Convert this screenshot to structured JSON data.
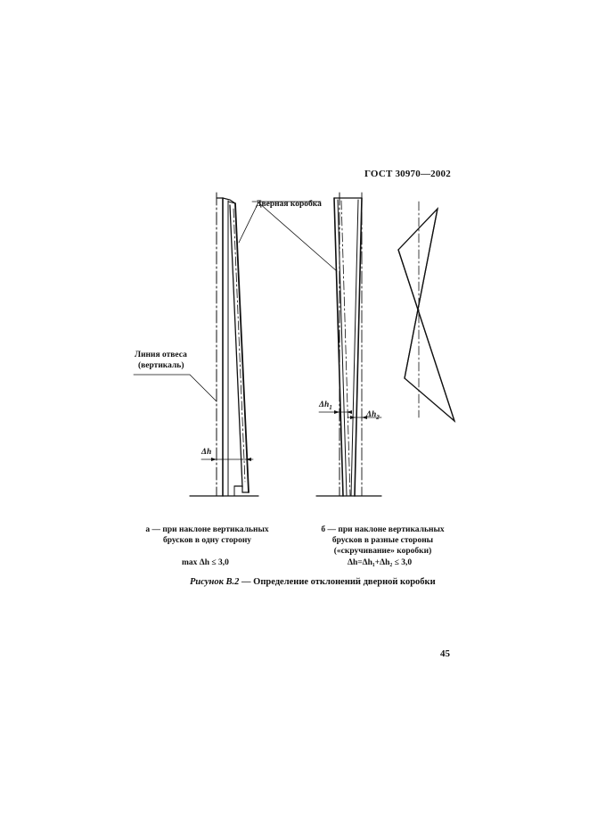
{
  "header": {
    "standard": "ГОСТ 30970—2002"
  },
  "figure": {
    "label_door_frame": "Дверная коробка",
    "label_plumb_line_1": "Линия отвеса",
    "label_plumb_line_2": "(вертикаль)",
    "dim_dh": "Δh",
    "dim_dh1": "Δh",
    "dim_dh1_sub": "1",
    "dim_dh2": "Δh",
    "dim_dh2_sub": "2"
  },
  "caption_a": {
    "line1": "а — при наклоне вертикальных",
    "line2": "брусков в одну сторону",
    "formula": "max Δh ≤ 3,0"
  },
  "caption_b": {
    "line1": "б — при наклоне вертикальных",
    "line2": "брусков в разные стороны",
    "line3": "(«скручивание» коробки)",
    "formula": "Δh=Δh₁+Δh₂ ≤ 3,0"
  },
  "figure_caption": {
    "number": "Рисунок В.2",
    "text": " — Определение отклонений дверной коробки"
  },
  "page_number": "45"
}
